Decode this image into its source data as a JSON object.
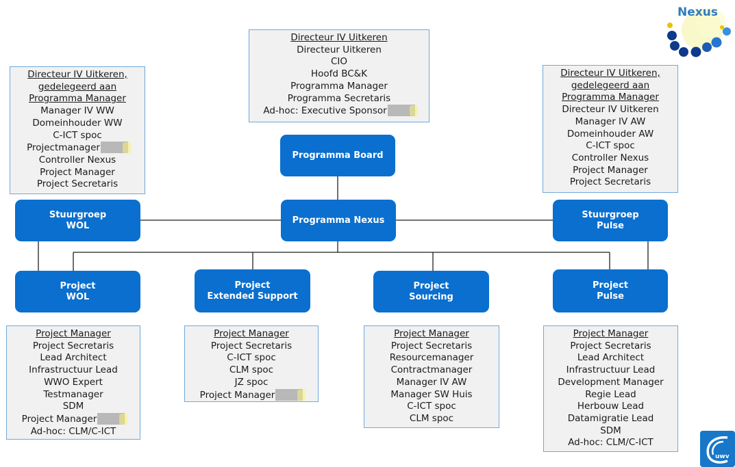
{
  "colors": {
    "node_fill": "#0a6fce",
    "box_fill": "#f1f1f1",
    "box_border": "#6fa8dc",
    "connector": "#1f1f1f",
    "redaction": "#b8b8b8"
  },
  "logos": {
    "nexus_text": "Nexus",
    "uwv_text": "uwv"
  },
  "nodes": {
    "programma_board": [
      "Programma Board"
    ],
    "programma_nexus": [
      "Programma Nexus"
    ],
    "stuurgroep_wol": [
      "Stuurgroep",
      "WOL"
    ],
    "stuurgroep_pulse": [
      "Stuurgroep",
      "Pulse"
    ],
    "project_wol": [
      "Project",
      "WOL"
    ],
    "project_extended_support": [
      "Project",
      "Extended Support"
    ],
    "project_sourcing": [
      "Project",
      "Sourcing"
    ],
    "project_pulse": [
      "Project",
      "Pulse"
    ]
  },
  "boxes": {
    "programma_board": {
      "title": [
        "Directeur IV Uitkeren"
      ],
      "rows": [
        "Directeur Uitkeren",
        "CIO",
        "Hoofd BC&K",
        "Programma Manager",
        "Programma Secretaris",
        "Ad-hoc: Executive Sponsor"
      ]
    },
    "stuurgroep_wol": {
      "title": [
        "Directeur IV Uitkeren,",
        "gedelegeerd aan",
        "Programma Manager"
      ],
      "rows": [
        "Manager IV WW",
        "Domeinhouder WW",
        "C-ICT spoc",
        "Projectmanager",
        "Controller Nexus",
        "Project Manager",
        "Project Secretaris"
      ]
    },
    "stuurgroep_pulse": {
      "title": [
        "Directeur IV Uitkeren,",
        "gedelegeerd aan",
        "Programma Manager"
      ],
      "rows": [
        "Directeur IV Uitkeren",
        "Manager IV AW",
        "Domeinhouder AW",
        "C-ICT spoc",
        "Controller Nexus",
        "Project Manager",
        "Project Secretaris"
      ]
    },
    "project_wol": {
      "title": [
        "Project Manager"
      ],
      "rows": [
        "Project Secretaris",
        "Lead Architect",
        "Infrastructuur Lead",
        "WWO Expert",
        "Testmanager",
        "SDM",
        "Project Manager",
        "Ad-hoc: CLM/C-ICT"
      ]
    },
    "project_extended_support": {
      "title": [
        "Project Manager"
      ],
      "rows": [
        "Project Secretaris",
        "C-ICT spoc",
        "CLM spoc",
        "JZ spoc",
        "Project Manager"
      ]
    },
    "project_sourcing": {
      "title": [
        "Project Manager"
      ],
      "rows": [
        "Project Secretaris",
        "Resourcemanager",
        "Contractmanager",
        "Manager IV AW",
        "Manager SW Huis",
        "C-ICT spoc",
        "CLM spoc"
      ]
    },
    "project_pulse": {
      "title": [
        "Project Manager"
      ],
      "rows": [
        "Project Secretaris",
        "Lead Architect",
        "Infrastructuur Lead",
        "Development Manager",
        "Regie Lead",
        "Herbouw Lead",
        "Datamigratie Lead",
        "SDM",
        "Ad-hoc: CLM/C-ICT"
      ]
    }
  }
}
